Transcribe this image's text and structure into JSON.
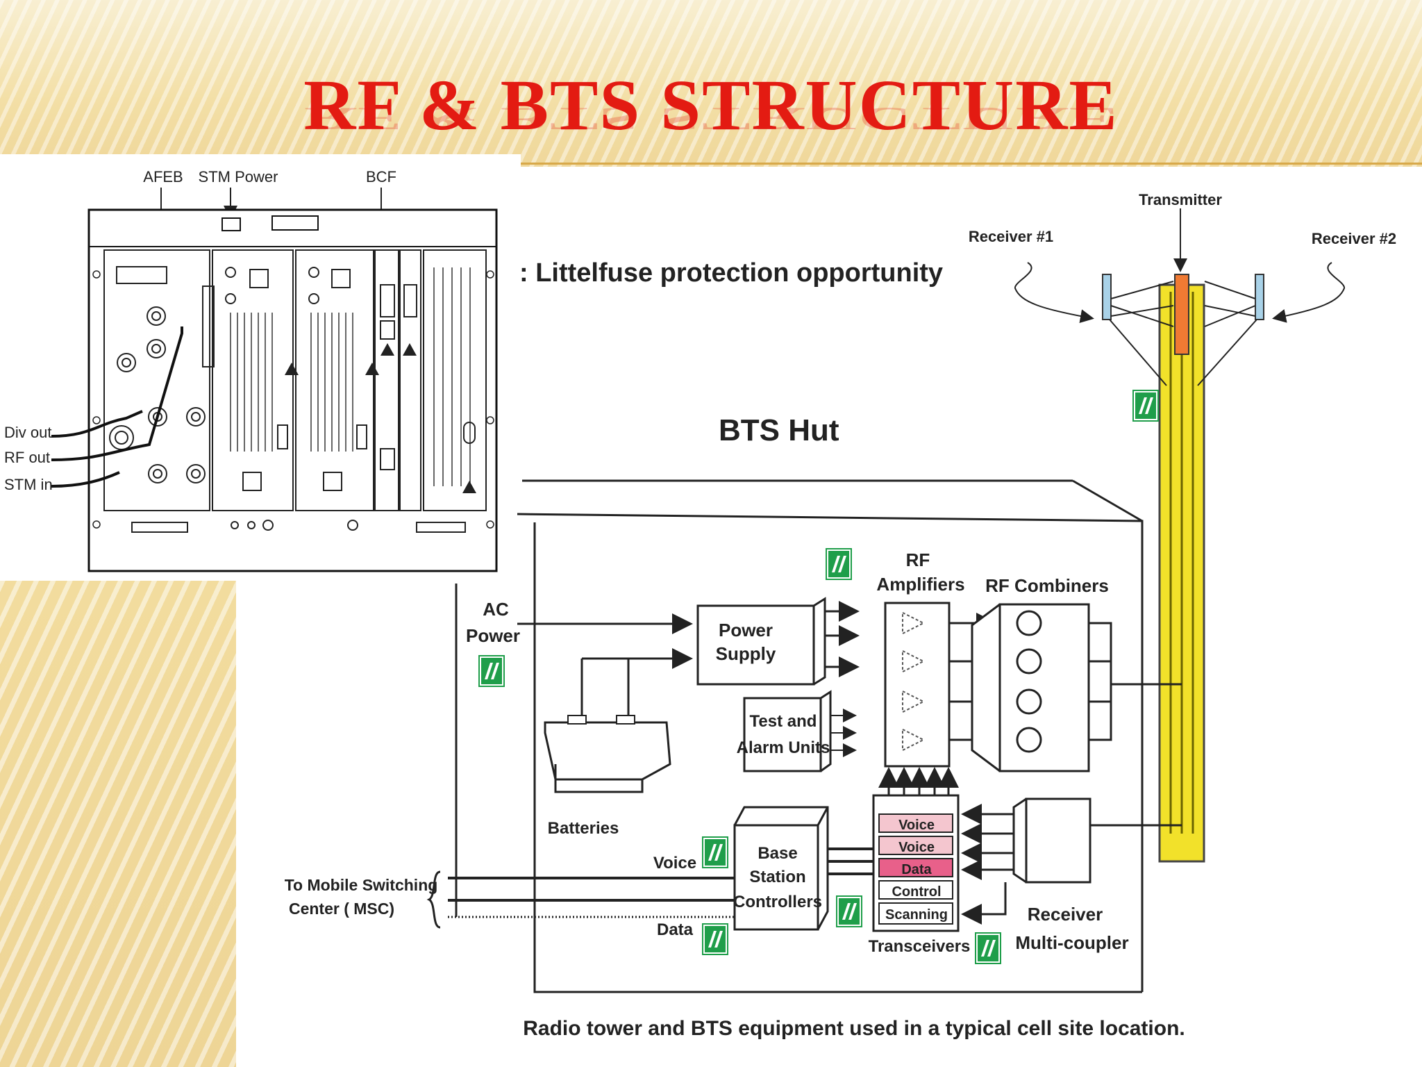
{
  "slide": {
    "title": "RF & BTS STRUCTURE"
  },
  "rack": {
    "top_labels": [
      "AFEB",
      "STM Power",
      "BCF"
    ],
    "side_labels": [
      "Div out",
      "RF out",
      "STM in"
    ]
  },
  "diagram": {
    "littelfuse_note": ": Littelfuse protection opportunity",
    "bts_hut": "BTS Hut",
    "transmitter": "Transmitter",
    "receiver1": "Receiver #1",
    "receiver2": "Receiver #2",
    "rf_amplifiers": [
      "RF",
      "Amplifiers"
    ],
    "rf_combiners": "RF Combiners",
    "ac_power": [
      "AC",
      "Power"
    ],
    "power_supply": [
      "Power",
      "Supply"
    ],
    "test_alarm": [
      "Test and",
      "Alarm Units"
    ],
    "batteries": "Batteries",
    "voice_label": "Voice",
    "data_label": "Data",
    "msc": [
      "To Mobile Switching",
      "Center ( MSC)"
    ],
    "bsc": [
      "Base",
      "Station",
      "Controllers"
    ],
    "transceiver_rows": [
      "Voice",
      "Voice",
      "Data",
      "Control",
      "Scanning"
    ],
    "transceivers": "Transceivers",
    "receiver_multicoupler": [
      "Receiver",
      "Multi-coupler"
    ],
    "caption": "Radio tower and BTS equipment used in a typical cell site location."
  },
  "colors": {
    "title": "#e31b12",
    "tower": "#f2e12a",
    "antenna": "#a9d2e8",
    "transmitter": "#f07a33",
    "littelfuse": "#1f9e4a",
    "voice_row": "#f4c6cf",
    "data_row": "#e8608a"
  }
}
